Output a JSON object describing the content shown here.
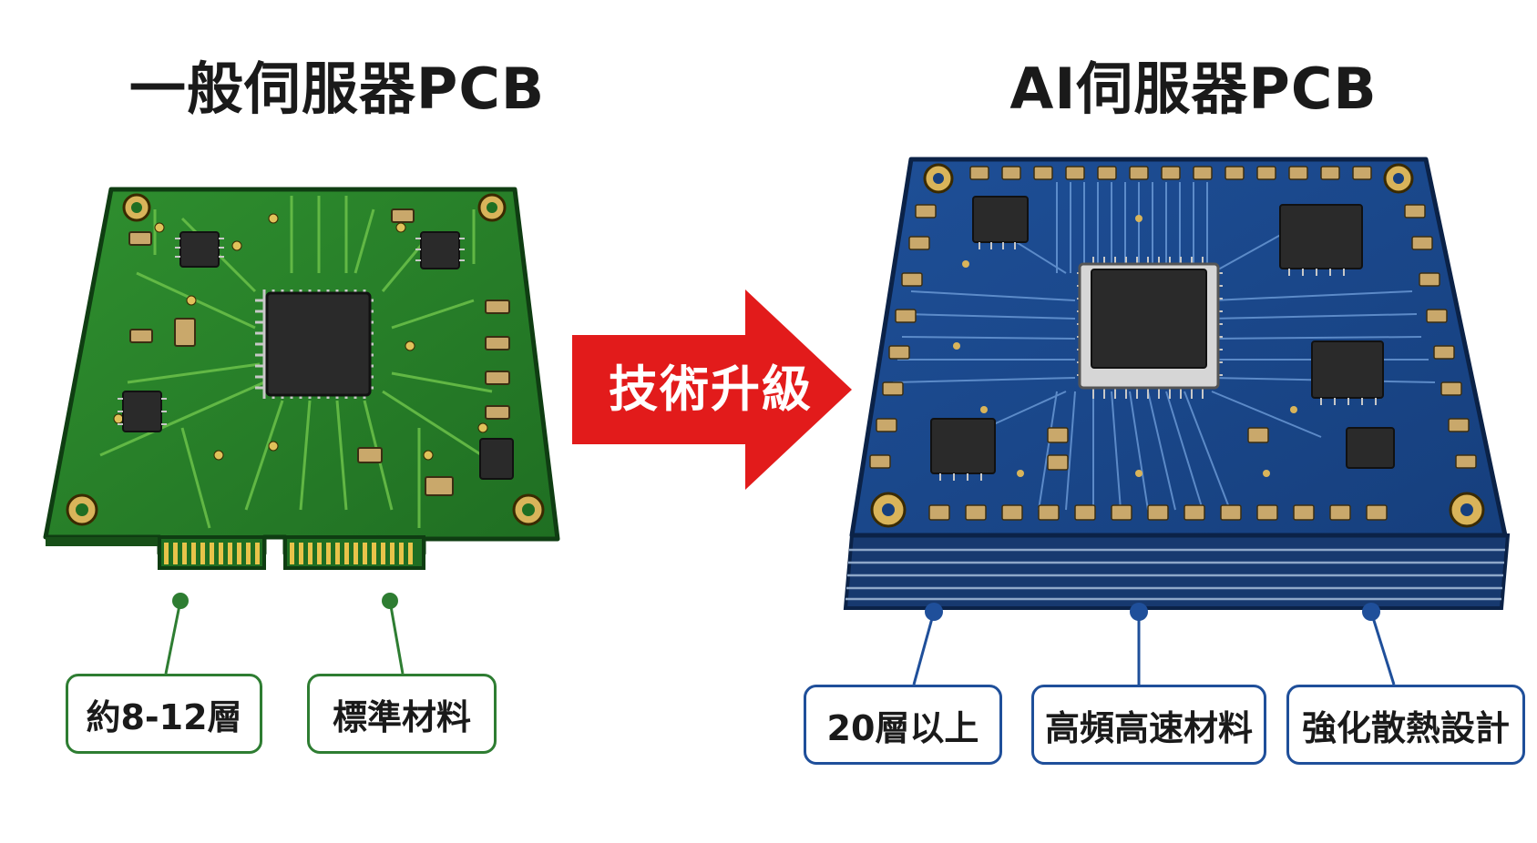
{
  "left": {
    "title": "一般伺服器PCB",
    "labels": [
      "約8-12層",
      "標準材料"
    ],
    "color": "#2e7d32"
  },
  "right": {
    "title": "AI伺服器PCB",
    "labels": [
      "20層以上",
      "高頻高速材料",
      "強化散熱設計"
    ],
    "color": "#1f4f9a"
  },
  "arrow": {
    "label": "技術升級",
    "color": "#e21b1b"
  }
}
